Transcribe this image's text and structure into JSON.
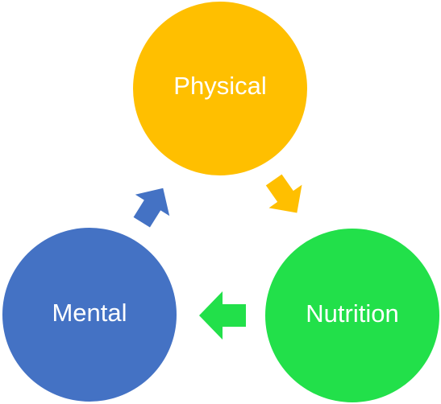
{
  "nodes": [
    {
      "id": "physical",
      "label": "Physical",
      "color": "#FFBF00"
    },
    {
      "id": "nutrition",
      "label": "Nutrition",
      "color": "#22E04A"
    },
    {
      "id": "mental",
      "label": "Mental",
      "color": "#4472C4"
    }
  ],
  "arrows": [
    {
      "from": "physical",
      "to": "nutrition",
      "color": "#FFBF00"
    },
    {
      "from": "nutrition",
      "to": "mental",
      "color": "#22E04A"
    },
    {
      "from": "mental",
      "to": "physical",
      "color": "#4472C4"
    }
  ]
}
